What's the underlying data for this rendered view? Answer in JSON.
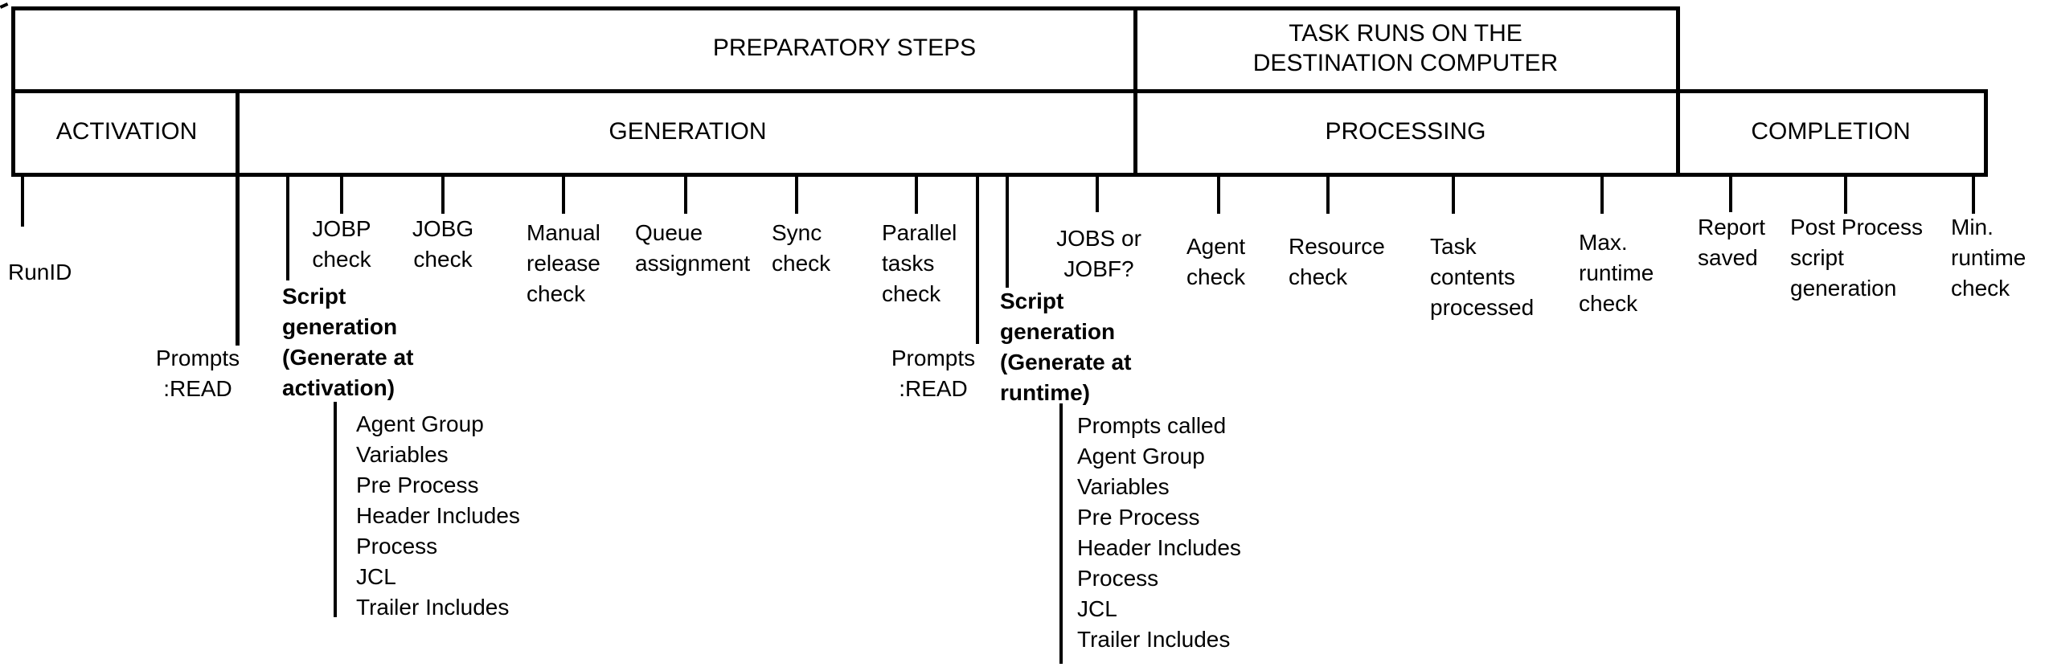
{
  "title_row": {
    "preparatory_steps": "PREPARATORY STEPS",
    "task_runs": "TASK RUNS ON THE\nDESTINATION COMPUTER"
  },
  "phase_row": {
    "activation": "ACTIVATION",
    "generation": "GENERATION",
    "processing": "PROCESSING",
    "completion": "COMPLETION"
  },
  "activation_items": {
    "runid": "RunID",
    "prompts_read": "Prompts\n:READ"
  },
  "generation_items": {
    "jobp_check": "JOBP\ncheck",
    "jobg_check": "JOBG\ncheck",
    "script_generation_activation": "Script\ngeneration\n(Generate at\nactivation)",
    "activation_script_parts": [
      "Agent Group",
      "Variables",
      "Pre Process",
      "Header Includes",
      "Process",
      "JCL",
      "Trailer Includes"
    ],
    "manual_release_check": "Manual\nrelease\ncheck",
    "queue_assignment": "Queue\nassignment",
    "sync_check": "Sync\ncheck",
    "parallel_tasks_check": "Parallel\ntasks\ncheck",
    "prompts_read": "Prompts\n:READ",
    "script_generation_runtime": "Script\ngeneration\n(Generate at\nruntime)",
    "runtime_script_parts": [
      "Prompts called",
      "Agent Group",
      "Variables",
      "Pre Process",
      "Header Includes",
      "Process",
      "JCL",
      "Trailer Includes"
    ],
    "jobs_or_jobf": "JOBS or\nJOBF?"
  },
  "processing_items": {
    "agent_check": "Agent\ncheck",
    "resource_check": "Resource\ncheck",
    "task_contents_processed": "Task\ncontents\nprocessed",
    "max_runtime_check": "Max.\nruntime\ncheck"
  },
  "completion_items": {
    "report_saved": "Report\nsaved",
    "post_process_script_generation": "Post Process\nscript\ngeneration",
    "min_runtime_check": "Min.\nruntime\ncheck"
  },
  "colors": {
    "line": "#000000",
    "text": "#000000",
    "background": "#ffffff"
  }
}
